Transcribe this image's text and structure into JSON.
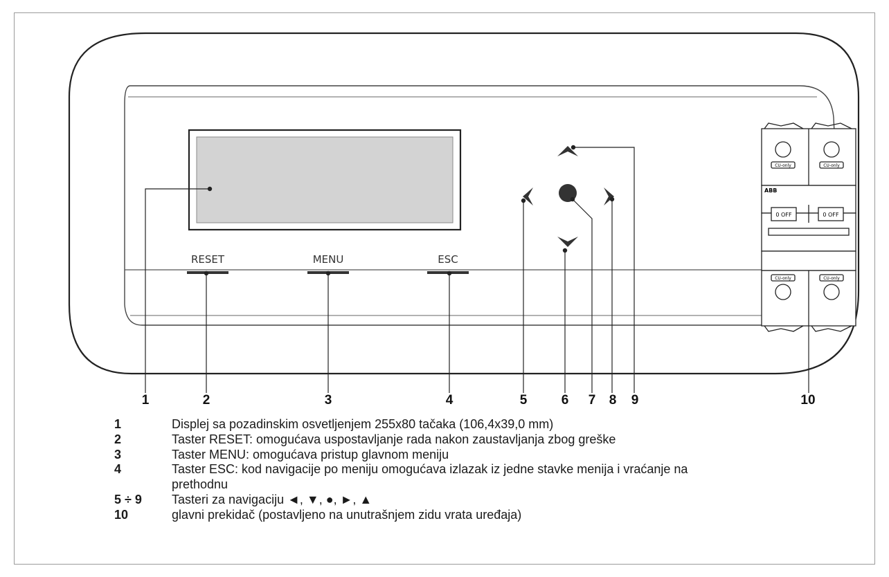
{
  "button_labels": {
    "reset": "RESET",
    "menu": "MENU",
    "esc": "ESC"
  },
  "callouts": [
    "1",
    "2",
    "3",
    "4",
    "5",
    "6",
    "7",
    "8",
    "9",
    "10"
  ],
  "breaker_labels": {
    "switch_text": "0 OFF",
    "top_label": "CU-only",
    "bottom_label": "CU-only",
    "brand": "ABB"
  },
  "legend": [
    {
      "num": "1",
      "text": "Displej sa pozadinskim osvetljenjem 255x80 tačaka (106,4x39,0 mm)"
    },
    {
      "num": "2",
      "text": "Taster RESET: omogućava uspostavljanje rada nakon zaustavljanja zbog greške"
    },
    {
      "num": "3",
      "text": "Taster MENU: omogućava pristup glavnom meniju"
    },
    {
      "num": "4",
      "text": "Taster ESC: kod navigacije po meniju omogućava izlazak iz jedne stavke menija i vraćanje na prethodnu"
    },
    {
      "num": "5 ÷ 9",
      "text": "Tasteri za navigaciju ◄, ▼, ●, ►, ▲"
    },
    {
      "num": "10",
      "text": "glavni prekidač (postavljeno na unutrašnjem zidu vrata uređaja)"
    }
  ]
}
